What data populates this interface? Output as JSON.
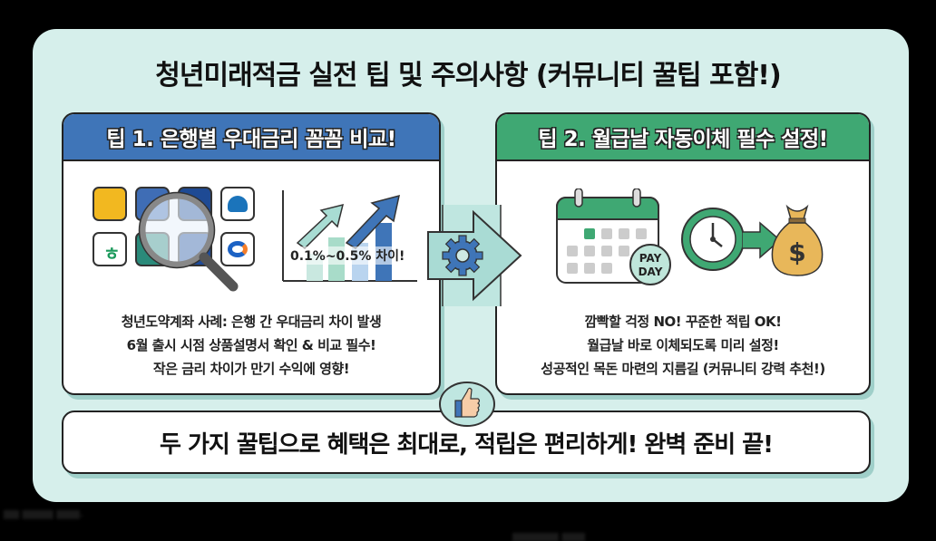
{
  "title": "청년미래적금 실전 팁 및 주의사항 (커뮤니티 꿀팁 포함!)",
  "colors": {
    "panel_bg": "#d6efeb",
    "tip1_header": "#3f75b8",
    "tip2_header": "#3fa873",
    "shadow": "#9fcfc9"
  },
  "tip1": {
    "header": "팁 1. 은행별 우대금리 꼼꼼 비교!",
    "chart_label": "0.1%~0.5% 차이!",
    "icons": [
      "bank-logos-icon",
      "magnifier-icon",
      "bar-chart-icon",
      "up-arrow-icon"
    ],
    "lines": [
      "청년도약계좌 사례: 은행 간 우대금리 차이 발생",
      "6월 출시 시점 상품설명서 확인 & 비교 필수!",
      "작은 금리 차이가 만기 수익에 영향!"
    ]
  },
  "tip2": {
    "header": "팁 2. 월급날 자동이체 필수 설정!",
    "payday_badge": [
      "PAY",
      "DAY"
    ],
    "icons": [
      "calendar-icon",
      "clock-icon",
      "arrow-right-icon",
      "money-bag-icon"
    ],
    "lines": [
      "깜빡할 걱정 NO! 꾸준한 적립 OK!",
      "월급날 바로 이체되도록 미리 설정!",
      "성공적인 목돈 마련의 지름길 (커뮤니티 강력 추천!)"
    ]
  },
  "summary": "두 가지 꿀팁으로 혜택은 최대로, 적립은 편리하게! 완벽 준비 끝!",
  "money_symbol": "$"
}
